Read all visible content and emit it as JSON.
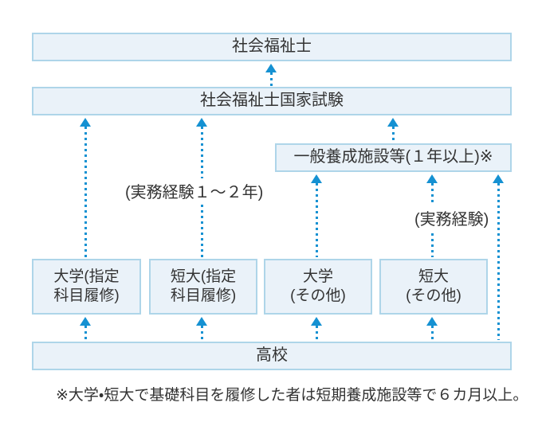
{
  "colors": {
    "arrow": "#1591d2",
    "box_fill": "#eaf2f9",
    "box_border": "#aed5e9",
    "text": "#333333"
  },
  "boxes": {
    "qualified": {
      "label": "社会福祉士"
    },
    "exam": {
      "label": "社会福祉士国家試験"
    },
    "training": {
      "label": "一般養成施設等(１年以上)※"
    },
    "univ_designated": {
      "label": "大学(指定\n科目履修)"
    },
    "juco_designated": {
      "label": "短大(指定\n科目履修)"
    },
    "univ_other": {
      "label": "大学\n(その他)"
    },
    "juco_other": {
      "label": "短大\n(その他)"
    },
    "highschool": {
      "label": "高校"
    }
  },
  "annotations": {
    "experience_1_2y": "(実務経験１～２年)",
    "experience": "(実務経験)",
    "footnote": "※大学・短大で基礎科目を履修した者は短期養成施設等で６カ月以上。"
  }
}
